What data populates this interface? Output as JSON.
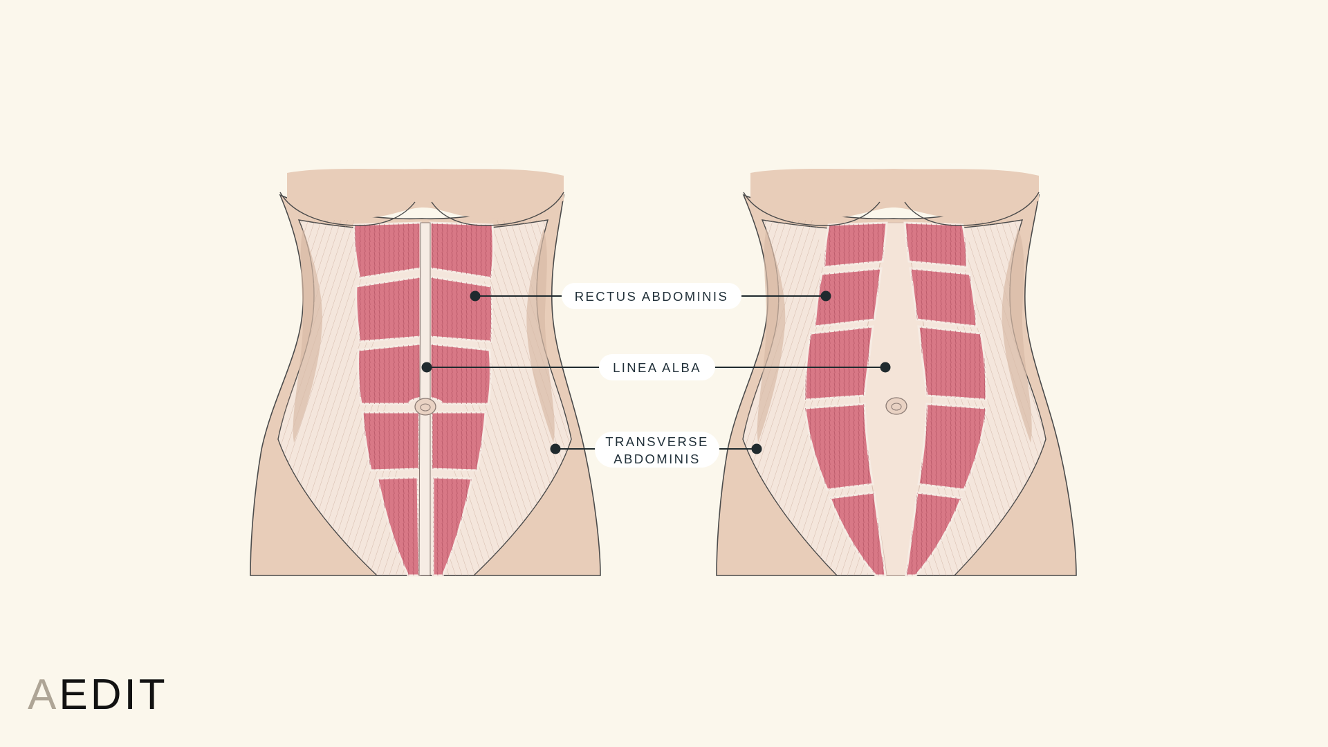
{
  "labels": {
    "rectus": "RECTUS ABDOMINIS",
    "linea": "LINEA ALBA",
    "transverse_line1": "TRANSVERSE",
    "transverse_line2": "ABDOMINIS"
  },
  "brand": {
    "first_letter": "A",
    "rest": "EDIT"
  },
  "colors": {
    "background": "#fbf7ec",
    "skin": "#e8cdb9",
    "fascia": "#f4e6dc",
    "muscle": "#d87886",
    "line": "#1f2a2e",
    "brand_light": "#aea596",
    "brand_dark": "#121212"
  }
}
